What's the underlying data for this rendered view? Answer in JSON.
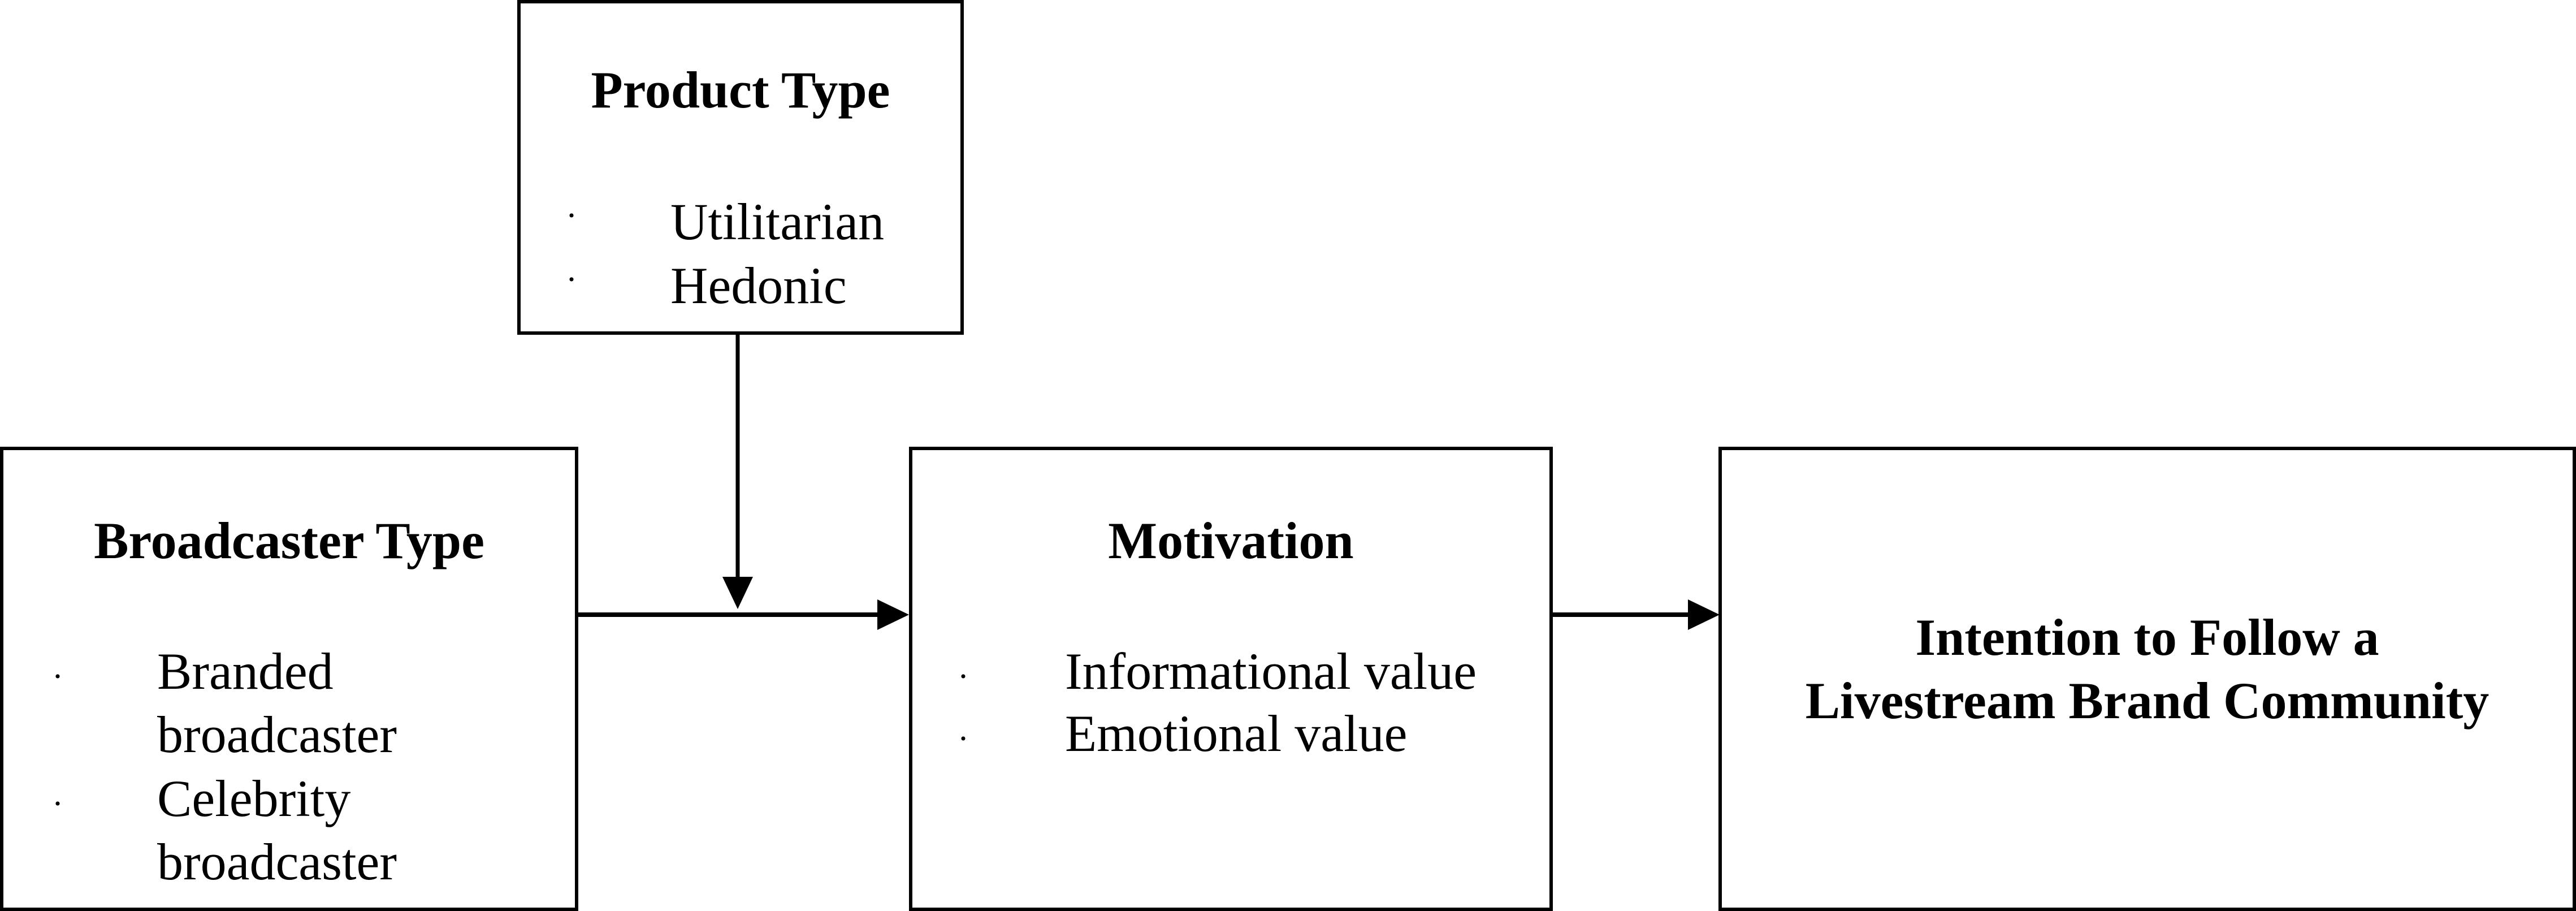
{
  "diagram": {
    "product_type": {
      "title": "Product Type",
      "items": [
        "Utilitarian",
        "Hedonic"
      ]
    },
    "broadcaster_type": {
      "title": "Broadcaster Type",
      "items": [
        "Branded broadcaster",
        "Celebrity broadcaster"
      ]
    },
    "motivation": {
      "title": "Motivation",
      "items": [
        "Informational value",
        "Emotional value"
      ]
    },
    "outcome": {
      "title_line1": "Intention to Follow a",
      "title_line2": "Livestream Brand Community"
    },
    "bullet_glyph": "·",
    "colors": {
      "line": "#000000",
      "background": "#ffffff"
    }
  }
}
